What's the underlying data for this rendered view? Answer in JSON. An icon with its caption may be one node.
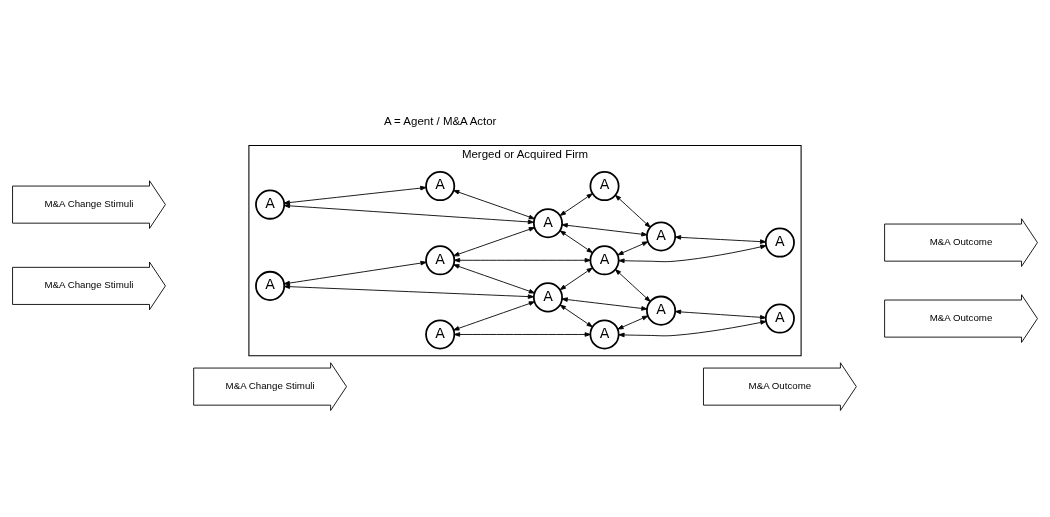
{
  "diagram": {
    "nodes": [
      {
        "text": [
          "Merged or Acquired Firm"
        ]
      },
      {
        "text": [
          "A"
        ],
        "in": 0
      },
      {
        "text": [
          "A"
        ],
        "in": 0
      },
      {
        "text": [
          "A"
        ],
        "in": 0
      },
      {
        "text": [
          "A"
        ],
        "in": 0
      },
      {
        "text": [
          "A"
        ],
        "in": 0
      },
      {
        "text": [
          "A"
        ],
        "in": 0
      },
      {
        "text": [
          "A"
        ],
        "in": 0
      },
      {
        "text": [
          "A"
        ],
        "in": 0
      },
      {
        "text": [
          "A"
        ],
        "in": 0
      },
      {
        "text": [
          "A"
        ],
        "in": 0
      },
      {
        "text": [
          "A"
        ],
        "in": 0
      },
      {
        "text": [
          "A"
        ],
        "in": 0
      },
      {
        "text": [
          "A"
        ],
        "in": 0
      },
      {
        "text": [
          "A"
        ],
        "in": 0
      },
      {
        "text": [
          "M&A Change Stimuli"
        ]
      },
      {
        "text": [
          "M&A Change Stimuli"
        ]
      },
      {
        "text": [
          "M&A Change Stimuli"
        ]
      },
      {
        "text": [
          "M&A Outcome"
        ]
      },
      {
        "text": [
          "M&A Outcome"
        ]
      },
      {
        "text": [
          "M&A Outcome"
        ]
      }
    ],
    "edges": [
      {
        "from": 3,
        "to": 1,
        "arrow": "both"
      },
      {
        "from": 1,
        "to": 4,
        "arrow": "both"
      },
      {
        "from": 4,
        "to": 2,
        "arrow": "both"
      },
      {
        "from": 2,
        "to": 5,
        "arrow": "both"
      },
      {
        "from": 3,
        "to": 4,
        "arrow": "both"
      },
      {
        "from": 4,
        "to": 5,
        "arrow": "both"
      },
      {
        "from": 6,
        "to": 4,
        "arrow": "both"
      },
      {
        "from": 4,
        "to": 7,
        "arrow": "both"
      },
      {
        "from": 7,
        "to": 5,
        "arrow": "both"
      },
      {
        "from": 5,
        "to": 8,
        "arrow": "both"
      },
      {
        "from": 6,
        "to": 7,
        "arrow": "both"
      },
      {
        "from": 7,
        "to": 8,
        "arrow": "both"
      },
      {
        "from": 9,
        "to": 6,
        "arrow": "both"
      },
      {
        "from": 6,
        "to": 10,
        "arrow": "both"
      },
      {
        "from": 10,
        "to": 7,
        "arrow": "both"
      },
      {
        "from": 7,
        "to": 11,
        "arrow": "both"
      },
      {
        "from": 9,
        "to": 10,
        "arrow": "both"
      },
      {
        "from": 10,
        "to": 11,
        "arrow": "both"
      },
      {
        "from": 12,
        "to": 10,
        "arrow": "both"
      },
      {
        "from": 10,
        "to": 13,
        "arrow": "both"
      },
      {
        "from": 13,
        "to": 11,
        "arrow": "both"
      },
      {
        "from": 11,
        "to": 14,
        "arrow": "both"
      },
      {
        "from": 12,
        "to": 13,
        "arrow": "both"
      },
      {
        "from": 13,
        "to": 14,
        "arrow": "both"
      }
    ],
    "labels": [
      "A = Agent / M&A Actor"
    ]
  }
}
